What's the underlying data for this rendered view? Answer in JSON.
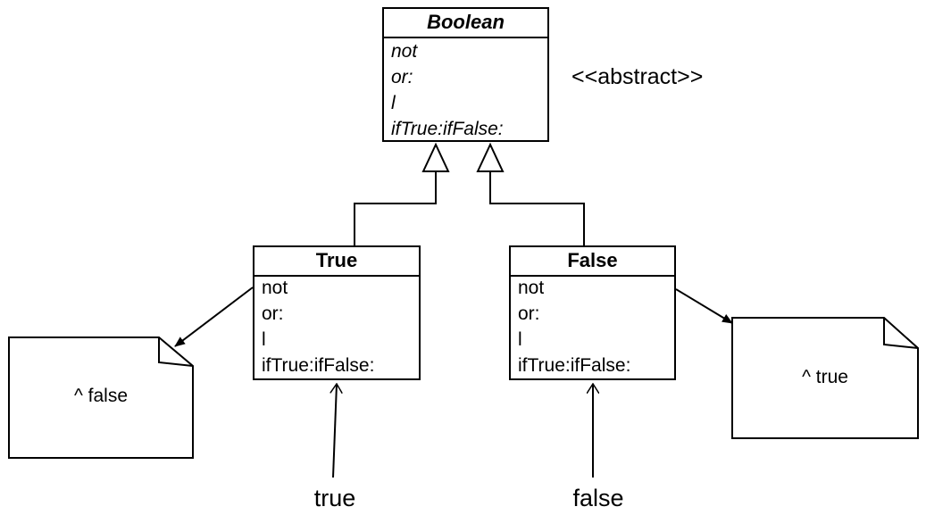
{
  "abstract_class": {
    "name": "Boolean",
    "methods": [
      "not",
      "or:",
      "l",
      "ifTrue:ifFalse:"
    ],
    "stereotype": "<<abstract>>"
  },
  "true_class": {
    "name": "True",
    "methods": [
      "not",
      "or:",
      "l",
      "ifTrue:ifFalse:"
    ],
    "note": "^ false",
    "instance_label": "true"
  },
  "false_class": {
    "name": "False",
    "methods": [
      "not",
      "or:",
      "l",
      "ifTrue:ifFalse:"
    ],
    "note": "^ true",
    "instance_label": "false"
  }
}
